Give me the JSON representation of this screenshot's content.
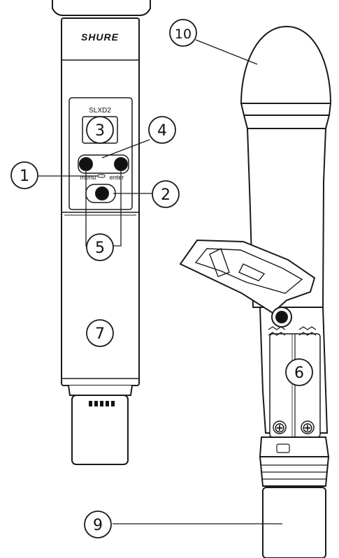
{
  "labels": {
    "brand": "SHURE",
    "model": "SLXD2",
    "menu": "menu",
    "enter": "enter",
    "plus": "⊕"
  },
  "callouts": {
    "c1": "1",
    "c2": "2",
    "c3": "3",
    "c4": "4",
    "c5": "5",
    "c6": "6",
    "c7": "7",
    "c9": "9",
    "c10": "10"
  }
}
